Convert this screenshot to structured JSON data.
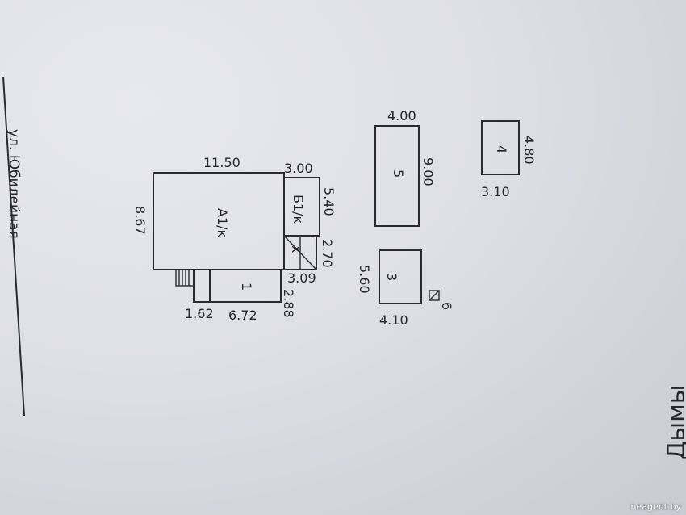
{
  "street": "ул. Юбилейная",
  "main_house": {
    "label": "А1/к",
    "dim_top": "11.50",
    "dim_left": "8.67"
  },
  "annex_b1": {
    "label": "Б1/к",
    "dim_top": "3.00",
    "dim_right": "5.40"
  },
  "porch": {
    "label": "х",
    "dim_right": "2.70"
  },
  "building_1": {
    "label": "1",
    "dim_top": "3.09",
    "dim_right": "2.88",
    "dim_bottom": "6.72",
    "dim_bottom_small": "1.62"
  },
  "building_5": {
    "label": "5",
    "dim_top": "4.00",
    "dim_right": "9.00"
  },
  "building_4": {
    "label": "4",
    "dim_right": "4.80",
    "dim_bottom": "3.10"
  },
  "building_3": {
    "label": "3",
    "dim_left": "5.60",
    "dim_bottom": "4.10"
  },
  "building_6": {
    "label": "6"
  },
  "right_edge_text": "Дымы",
  "watermark": "neagent.by"
}
